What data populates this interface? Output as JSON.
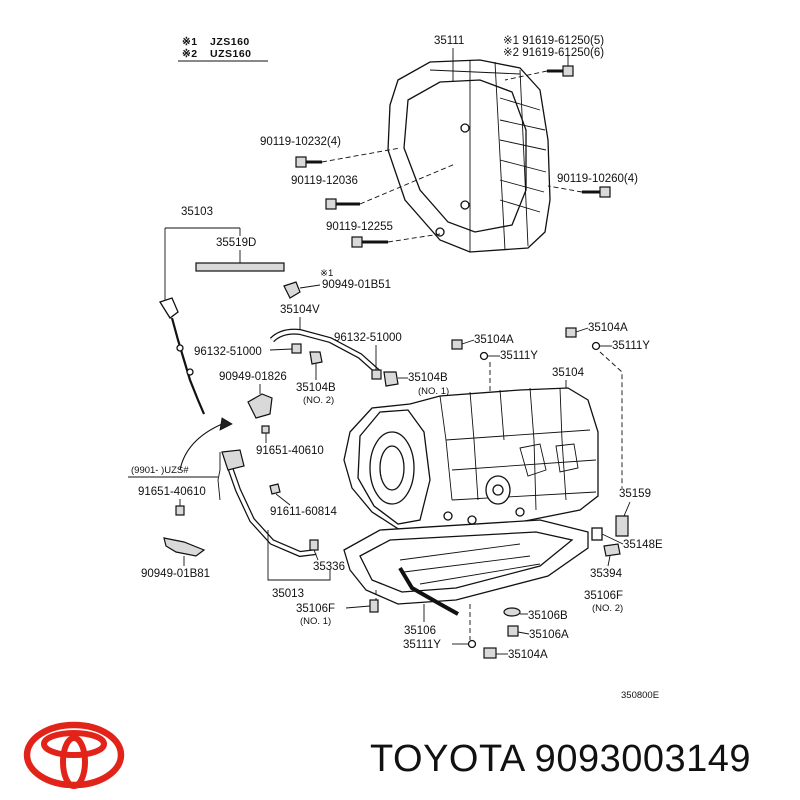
{
  "legend": {
    "row1_mark": "※1",
    "row1_code": "JZS160",
    "row2_mark": "※2",
    "row2_code": "UZS160"
  },
  "callouts": {
    "c35111": "35111",
    "c91619_1": "※1  91619-61250(5)",
    "c91619_2": "※2  91619-61250(6)",
    "c90119_10232": "90119-10232(4)",
    "c90119_12036": "90119-12036",
    "c90119_10260": "90119-10260(4)",
    "c90119_12255": "90119-12255",
    "c35103": "35103",
    "c35519D": "35519D",
    "c90949_01B51_mark": "※1",
    "c90949_01B51": "90949-01B51",
    "c35104V": "35104V",
    "c96132_left": "96132-51000",
    "c96132_right": "96132-51000",
    "c35104A_left": "35104A",
    "c35104A_right": "35104A",
    "c35111Y_left": "35111Y",
    "c35111Y_right": "35111Y",
    "c90949_01826": "90949-01826",
    "c35104B_no2": "35104B",
    "c35104B_no2_sub": "(NO. 2)",
    "c35104B_no1": "35104B",
    "c35104B_no1_sub": "(NO. 1)",
    "c35104": "35104",
    "c91651_40610_top": "91651-40610",
    "c9901_uzs": "(9901-        )UZS#",
    "c91651_40610_left": "91651-40610",
    "c91611_60814": "91611-60814",
    "c35159": "35159",
    "c35148E": "35148E",
    "c35336": "35336",
    "c90949_01B81": "90949-01B81",
    "c35394": "35394",
    "c35013": "35013",
    "c35106F_left": "35106F",
    "c35106F_left_sub": "(NO. 1)",
    "c35106F_right": "35106F",
    "c35106F_right_sub": "(NO. 2)",
    "c35106B": "35106B",
    "c35106": "35106",
    "c35106A": "35106A",
    "c35111Y_bottom": "35111Y",
    "c35104A_bottom": "35104A",
    "c350800E": "350800E"
  },
  "brand": {
    "caption": "TOYOTA 9093003149",
    "logo_color": "#e2231a"
  }
}
